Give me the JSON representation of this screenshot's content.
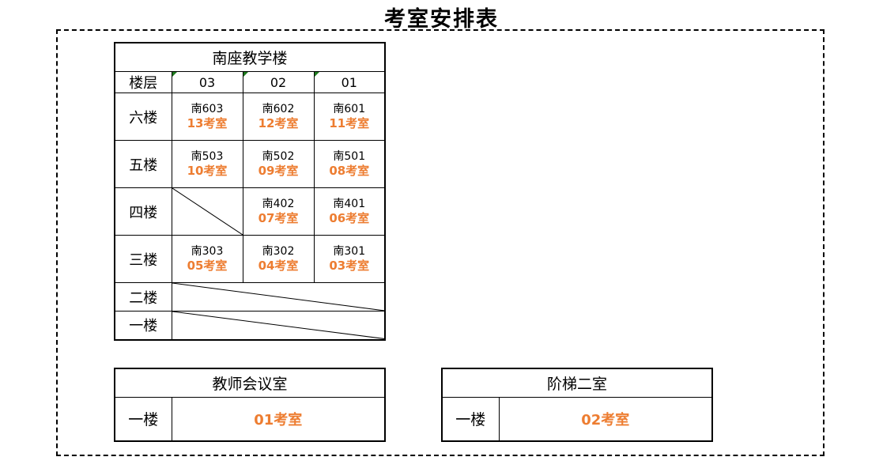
{
  "title": "考室安排表",
  "main_building": {
    "name": "南座教学楼",
    "header": {
      "floor_label": "楼层",
      "columns": [
        "03",
        "02",
        "01"
      ]
    },
    "rows": [
      {
        "floor": "六楼",
        "cells": [
          {
            "room": "南603",
            "exam": "13考室"
          },
          {
            "room": "南602",
            "exam": "12考室"
          },
          {
            "room": "南601",
            "exam": "11考室"
          }
        ]
      },
      {
        "floor": "五楼",
        "cells": [
          {
            "room": "南503",
            "exam": "10考室"
          },
          {
            "room": "南502",
            "exam": "09考室"
          },
          {
            "room": "南501",
            "exam": "08考室"
          }
        ]
      },
      {
        "floor": "四楼",
        "cells": [
          null,
          {
            "room": "南402",
            "exam": "07考室"
          },
          {
            "room": "南401",
            "exam": "06考室"
          }
        ]
      },
      {
        "floor": "三楼",
        "cells": [
          {
            "room": "南303",
            "exam": "05考室"
          },
          {
            "room": "南302",
            "exam": "04考室"
          },
          {
            "room": "南301",
            "exam": "03考室"
          }
        ]
      },
      {
        "floor": "二楼"
      },
      {
        "floor": "一楼"
      }
    ]
  },
  "teacher_meeting": {
    "name": "教师会议室",
    "floor": "一楼",
    "exam": "01考室"
  },
  "lecture_hall": {
    "name": "阶梯二室",
    "floor": "一楼",
    "exam": "02考室"
  },
  "colors": {
    "exam_text": "#ed7d31",
    "border": "#000000"
  }
}
